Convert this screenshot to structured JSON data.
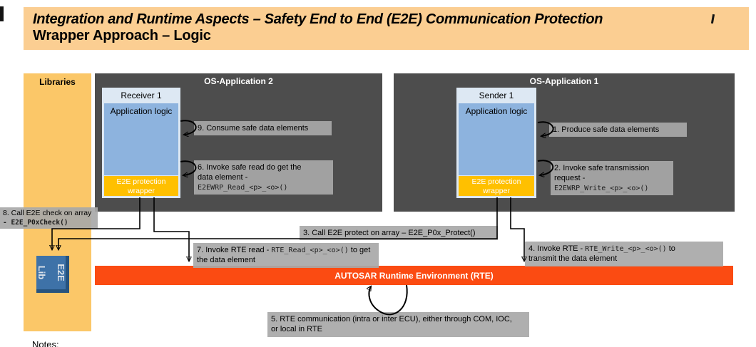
{
  "title": {
    "line1": "Integration and Runtime Aspects – Safety End to End (E2E) Communication Protection",
    "line2": "Wrapper Approach – Logic"
  },
  "libraries": {
    "header": "Libraries",
    "e2e_lib": {
      "line1": "E2E",
      "line2": "Lib"
    }
  },
  "os_application_2": {
    "header": "OS-Application 2",
    "component": "Receiver 1",
    "logic": "Application logic",
    "wrapper": "E2E protection wrapper"
  },
  "os_application_1": {
    "header": "OS-Application 1",
    "component": "Sender 1",
    "logic": "Application logic",
    "wrapper": "E2E protection wrapper"
  },
  "rte": {
    "label": "AUTOSAR Runtime Environment (RTE)"
  },
  "steps": {
    "s1": {
      "text": "1. Produce safe data elements"
    },
    "s2": {
      "line1": "2. Invoke safe transmission",
      "line2": "request -",
      "code": "E2EWRP_Write_<p>_<o>()"
    },
    "s3": {
      "text": "3. Call E2E protect on array  – E2E_P0x_Protect()"
    },
    "s4": {
      "prefix": "4. Invoke RTE - ",
      "code": "RTE_Write_<p>_<o>()",
      "suffix": " to",
      "line2": "transmit the data element"
    },
    "s5": {
      "line1": "5. RTE communication (intra or inter ECU), either through COM, IOC,",
      "line2": "or local in RTE"
    },
    "s6": {
      "line1": "6. Invoke safe read do get the",
      "line2": "data element -",
      "code": "E2EWRP_Read_<p>_<o>()"
    },
    "s7": {
      "prefix": "7. Invoke RTE read - ",
      "code": "RTE_Read_<p>_<o>()",
      "suffix": " to get",
      "line2": "the data element"
    },
    "s8": {
      "line1": "8. Call E2E check on array",
      "code": "- E2E_P0xCheck()"
    },
    "s9": {
      "text": "9. Consume safe data elements"
    }
  },
  "notes_label": "Notes:",
  "colors": {
    "title_bg": "#FBCE92",
    "libraries_bg": "#FBC768",
    "os_panel": "#4D4D4D",
    "component_frame": "#DDE8F3",
    "application_logic_blue": "#8DB3DE",
    "wrapper_orange": "#FFC000",
    "e2e_lib_blue": "#3E72A8",
    "rte_orange_red": "#FB4B12",
    "step_label_gray": "#A8A8A8"
  }
}
